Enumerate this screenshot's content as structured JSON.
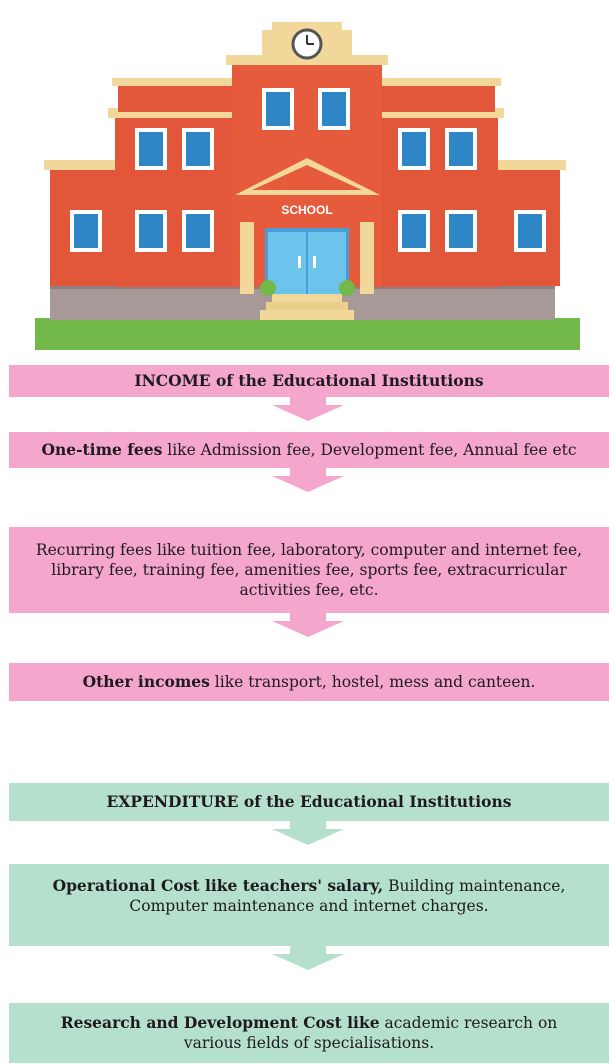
{
  "illustration": {
    "sign": "SCHOOL"
  },
  "income": {
    "title": "INCOME of the Educational Institutions",
    "items": [
      {
        "bold": "One-time fees",
        "text": " like Admission fee, Development fee, Annual fee etc"
      },
      {
        "bold": "",
        "text": "Recurring fees like tuition fee, laboratory, computer and internet fee, library fee, training fee, amenities fee, sports fee, extracurricular activities fee, etc."
      },
      {
        "bold": "Other incomes",
        "text": " like transport, hostel, mess and canteen."
      }
    ]
  },
  "expenditure": {
    "title": "EXPENDITURE of the Educational Institutions",
    "items": [
      {
        "bold": "Operational Cost like teachers' salary,",
        "text": " Building maintenance, Computer maintenance and internet charges."
      },
      {
        "bold": "Research and Development Cost like",
        "text": " academic research on various fields of specialisations."
      }
    ]
  },
  "colors": {
    "income": "#f4a6cd",
    "expenditure": "#b4e0cd",
    "brick": "#e2563a",
    "grass": "#72b84a"
  }
}
